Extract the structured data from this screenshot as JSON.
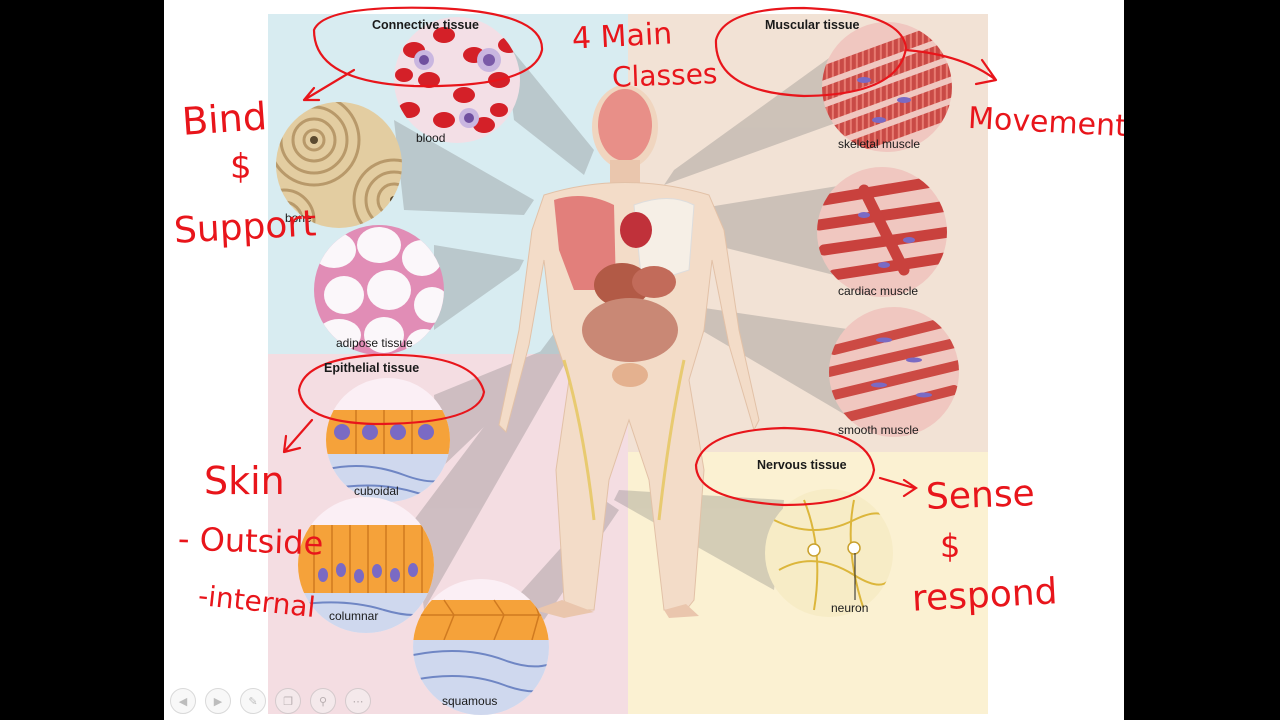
{
  "sections": {
    "connective": "Connective tissue",
    "muscular": "Muscular tissue",
    "epithelial": "Epithelial tissue",
    "nervous": "Nervous tissue"
  },
  "samples": {
    "blood": "blood",
    "bone": "bone",
    "adipose": "adipose tissue",
    "skeletal": "skeletal muscle",
    "cardiac": "cardiac muscle",
    "smooth": "smooth muscle",
    "cuboidal": "cuboidal",
    "columnar": "columnar",
    "squamous": "squamous",
    "neuron": "neuron"
  },
  "annotations": {
    "title_line1": "4 Main",
    "title_line2": "Classes",
    "bind": "Bind",
    "bind_amp": "$",
    "support": "Support",
    "movement": "Movement",
    "skin": "Skin",
    "outside": "- Outside",
    "internal": "-internal",
    "sense": "Sense",
    "sense_amp": "$",
    "respond": "respond"
  },
  "colors": {
    "connective_bg": "#d8ecf1",
    "muscular_bg": "#f2e2d5",
    "epithelial_bg": "#f4dde2",
    "nervous_bg": "#fbf1d2",
    "ink": "#e8151b"
  },
  "toolbar": {
    "back_icon": "◀",
    "forward_icon": "▶",
    "pen_icon": "✎",
    "copy_icon": "❐",
    "zoom_icon": "⚲",
    "more_icon": "⋯"
  }
}
